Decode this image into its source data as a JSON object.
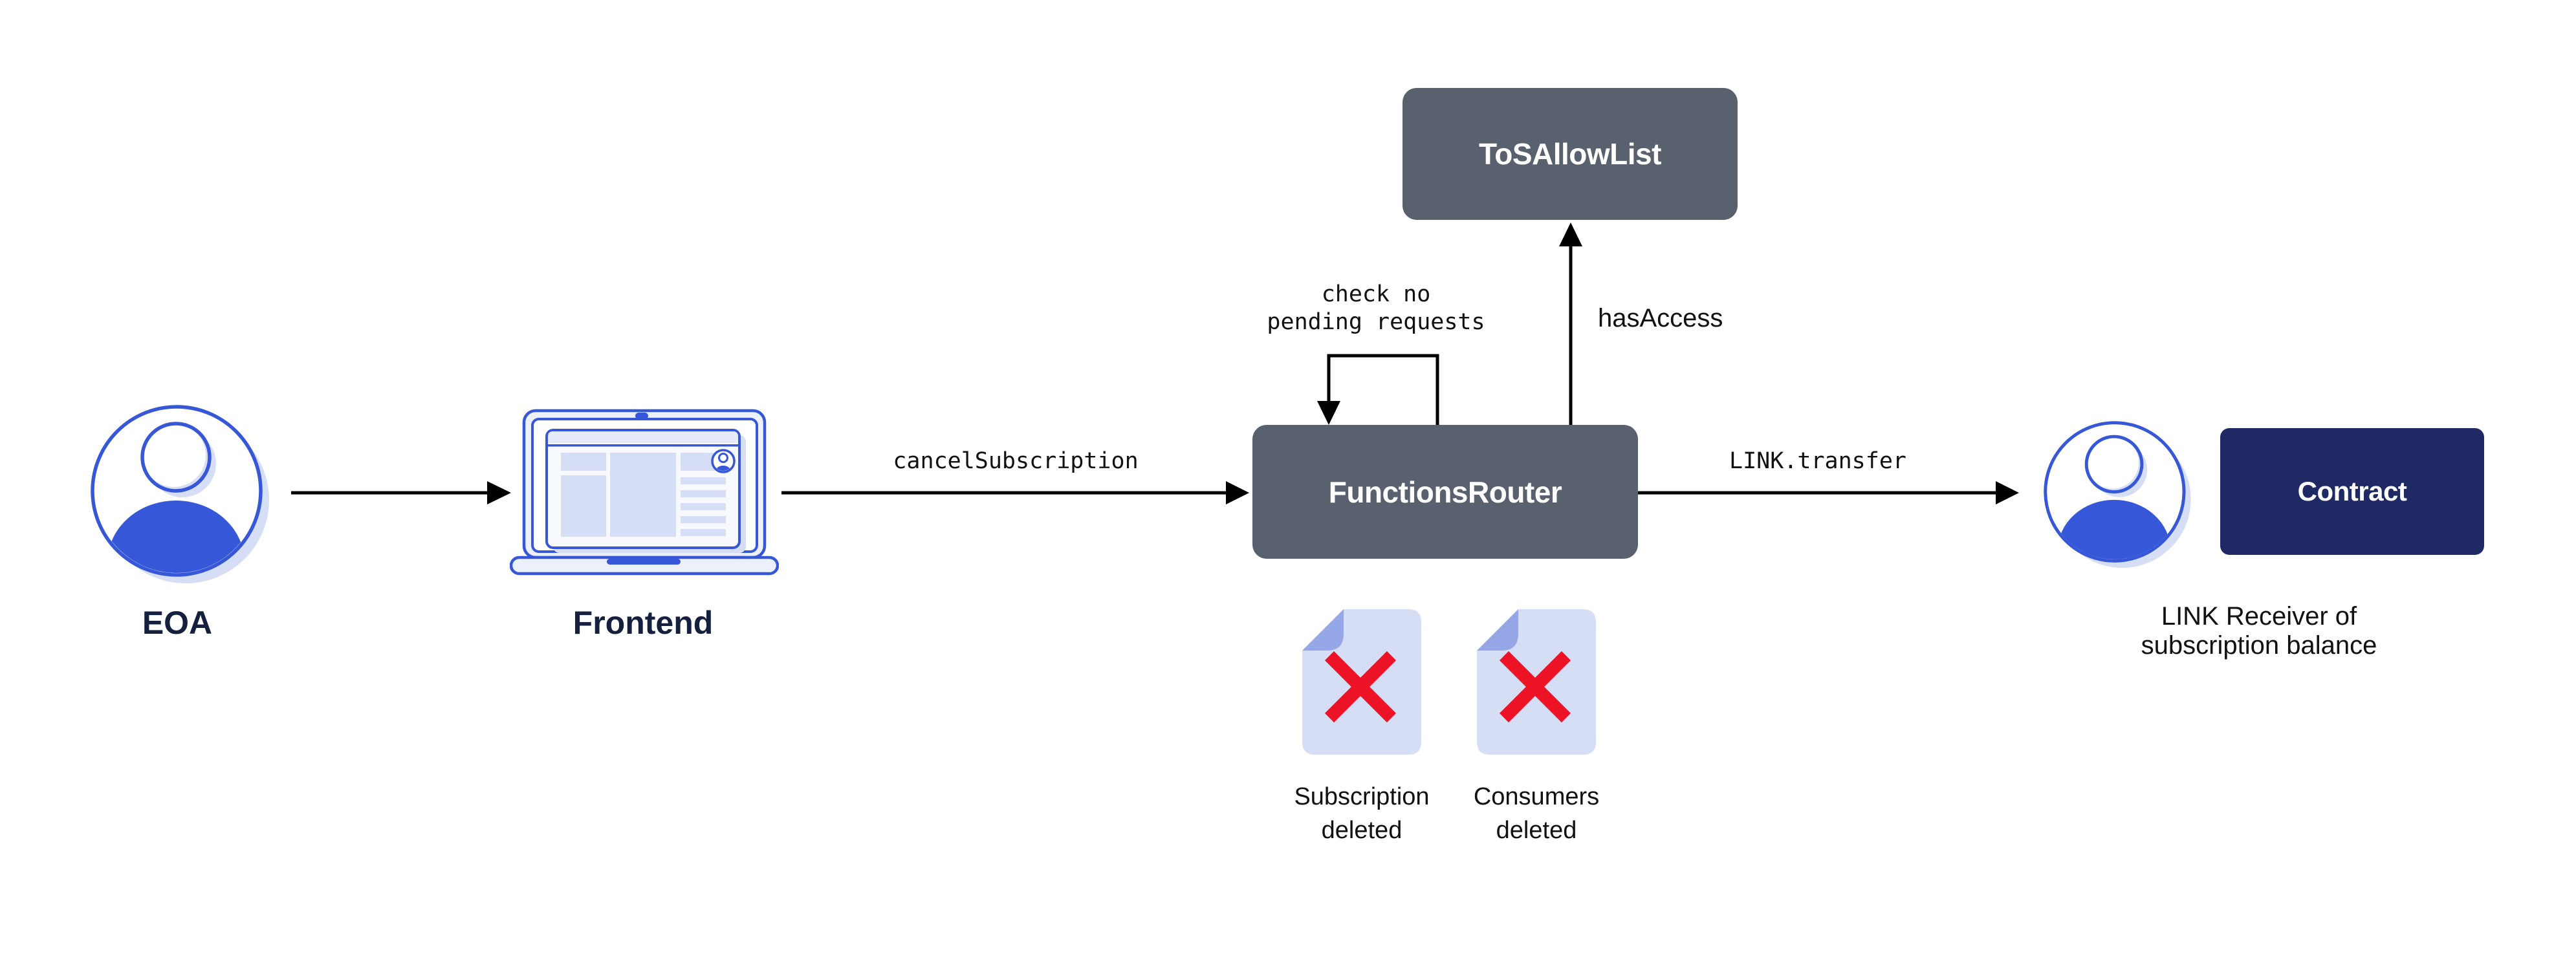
{
  "nodes": {
    "eoa": {
      "label": "EOA",
      "icon": "person-icon"
    },
    "frontend": {
      "label": "Frontend",
      "icon": "laptop-icon"
    },
    "functions_router": {
      "label": "FunctionsRouter"
    },
    "tos_allow_list": {
      "label": "ToSAllowList"
    },
    "contract": {
      "label": "Contract"
    },
    "link_receiver": {
      "icon": "person-icon",
      "label_lines": [
        "LINK Receiver of",
        "subscription balance"
      ]
    }
  },
  "edges": {
    "frontend_to_router": {
      "label": "cancelSubscription"
    },
    "router_self_loop": {
      "label_lines": [
        "check no",
        "pending requests"
      ]
    },
    "router_to_tos": {
      "label": "hasAccess"
    },
    "router_to_receiver": {
      "label": "LINK.transfer"
    }
  },
  "artifacts": [
    {
      "icon": "document-deleted-icon",
      "label_lines": [
        "Subscription",
        "deleted"
      ]
    },
    {
      "icon": "document-deleted-icon",
      "label_lines": [
        "Consumers",
        "deleted"
      ]
    }
  ],
  "colors": {
    "box_gray": "#59606E",
    "box_navy": "#1F2A64",
    "accent_blue": "#3557D8",
    "light_lavender": "#D6DEF5",
    "fold_blue": "#96A7E8",
    "delete_red": "#ED1327",
    "heading_navy": "#14203E",
    "text_black": "#111111",
    "arrow_black": "#000000",
    "box_text": "#FFFFFF",
    "background": "#FFFFFF"
  }
}
